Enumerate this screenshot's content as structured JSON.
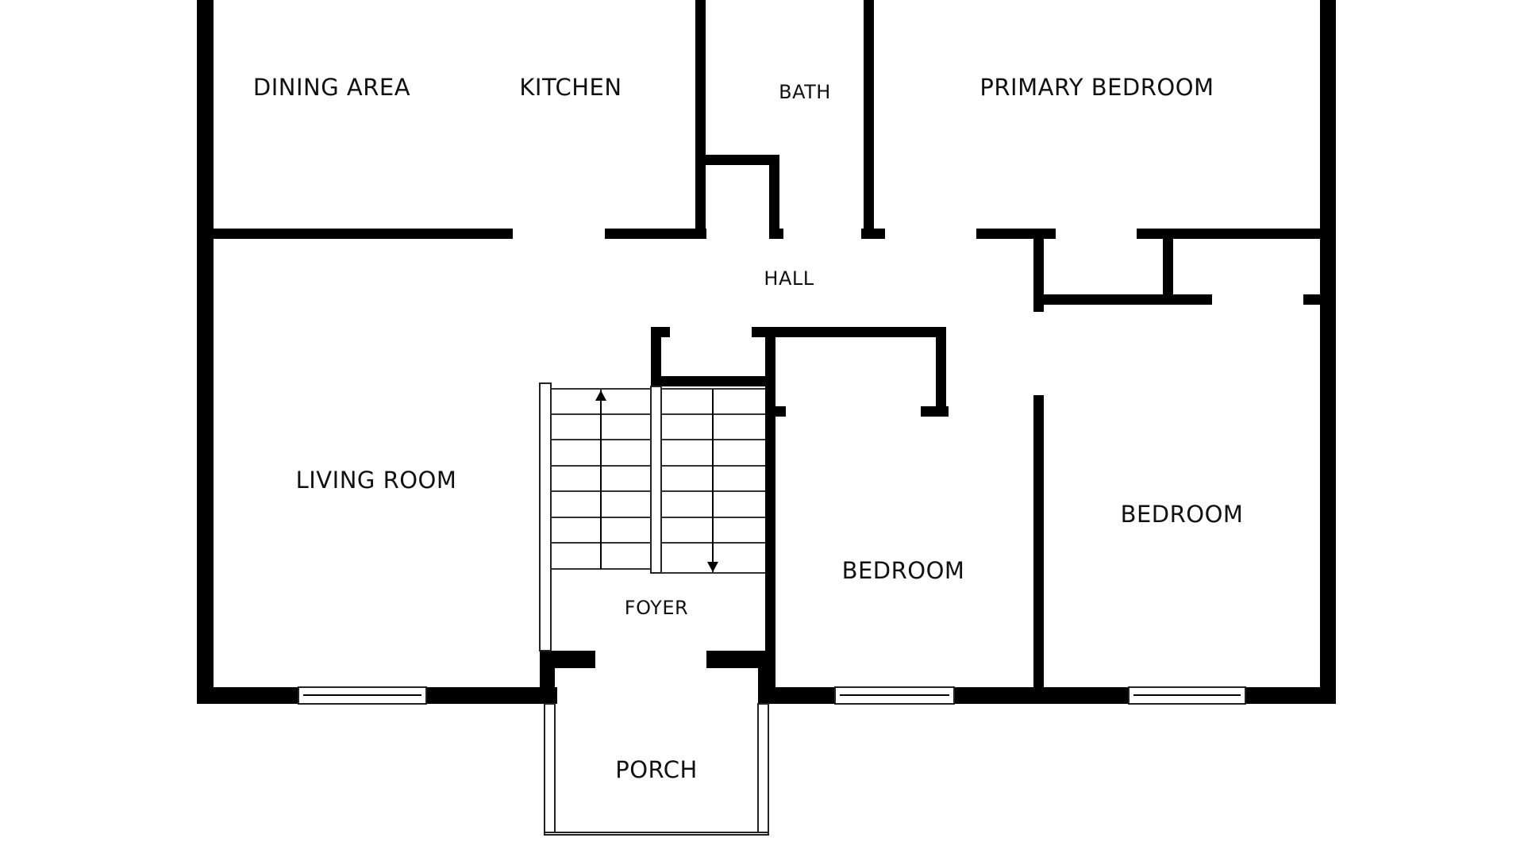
{
  "rooms": {
    "dining_area": "DINING AREA",
    "kitchen": "KITCHEN",
    "bath": "BATH",
    "primary_bedroom": "PRIMARY BEDROOM",
    "hall": "HALL",
    "living_room": "LIVING ROOM",
    "foyer": "FOYER",
    "bedroom_center": "BEDROOM",
    "bedroom_right": "BEDROOM",
    "porch": "PORCH"
  },
  "colors": {
    "wall": "#000000",
    "background": "#ffffff",
    "label": "#111111"
  }
}
